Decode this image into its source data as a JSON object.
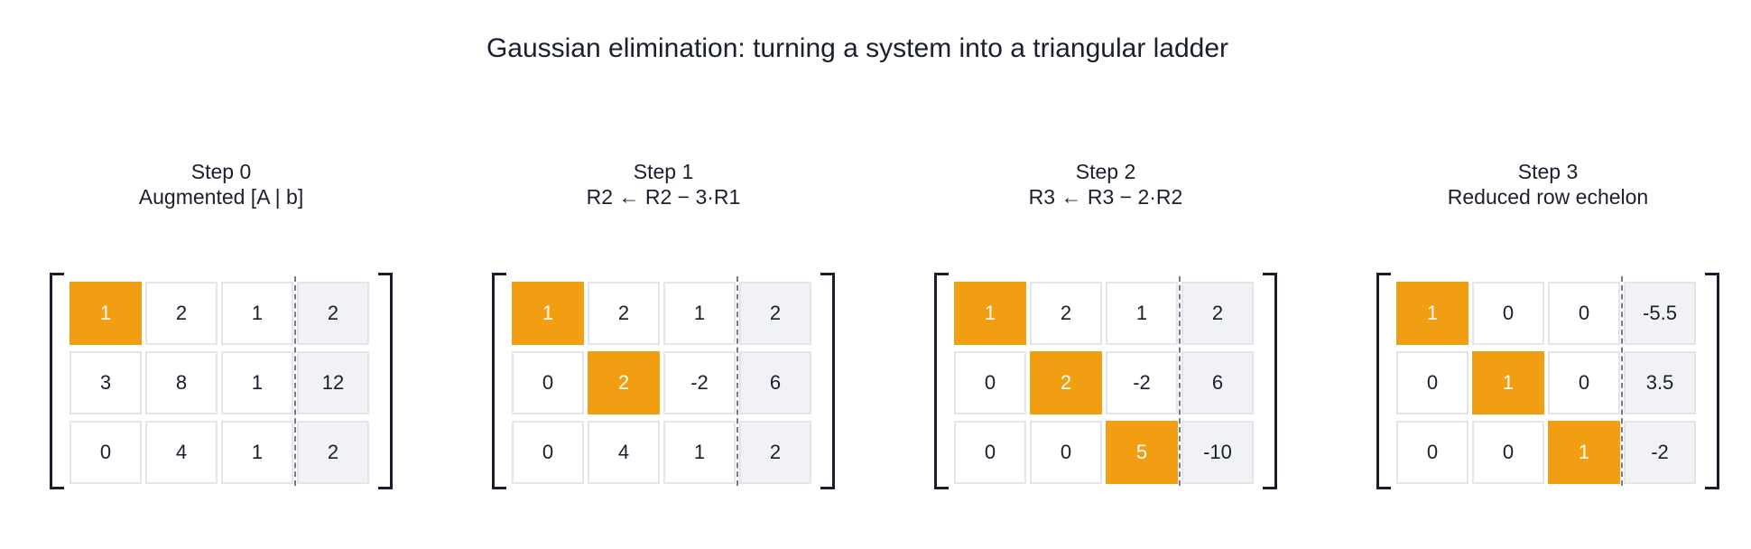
{
  "title": "Gaussian elimination: turning a system into a triangular ladder",
  "colors": {
    "pivot": "#f29e12",
    "augmented_cell": "#f1f2f5",
    "cell_border": "#e3e5ea",
    "bracket": "#1a1d2b",
    "divider": "#767a88"
  },
  "steps": [
    {
      "label": "Step 0",
      "description": "Augmented [A | b]",
      "rows": [
        [
          "1",
          "2",
          "1",
          "2"
        ],
        [
          "3",
          "8",
          "1",
          "12"
        ],
        [
          "0",
          "4",
          "1",
          "2"
        ]
      ],
      "pivots": [
        [
          0,
          0
        ]
      ]
    },
    {
      "label": "Step 1",
      "description": "R2 ← R2 − 3·R1",
      "rows": [
        [
          "1",
          "2",
          "1",
          "2"
        ],
        [
          "0",
          "2",
          "-2",
          "6"
        ],
        [
          "0",
          "4",
          "1",
          "2"
        ]
      ],
      "pivots": [
        [
          0,
          0
        ],
        [
          1,
          1
        ]
      ]
    },
    {
      "label": "Step 2",
      "description": "R3 ← R3 − 2·R2",
      "rows": [
        [
          "1",
          "2",
          "1",
          "2"
        ],
        [
          "0",
          "2",
          "-2",
          "6"
        ],
        [
          "0",
          "0",
          "5",
          "-10"
        ]
      ],
      "pivots": [
        [
          0,
          0
        ],
        [
          1,
          1
        ],
        [
          2,
          2
        ]
      ]
    },
    {
      "label": "Step 3",
      "description": "Reduced row echelon",
      "rows": [
        [
          "1",
          "0",
          "0",
          "-5.5"
        ],
        [
          "0",
          "1",
          "0",
          "3.5"
        ],
        [
          "0",
          "0",
          "1",
          "-2"
        ]
      ],
      "pivots": [
        [
          0,
          0
        ],
        [
          1,
          1
        ],
        [
          2,
          2
        ]
      ]
    }
  ]
}
